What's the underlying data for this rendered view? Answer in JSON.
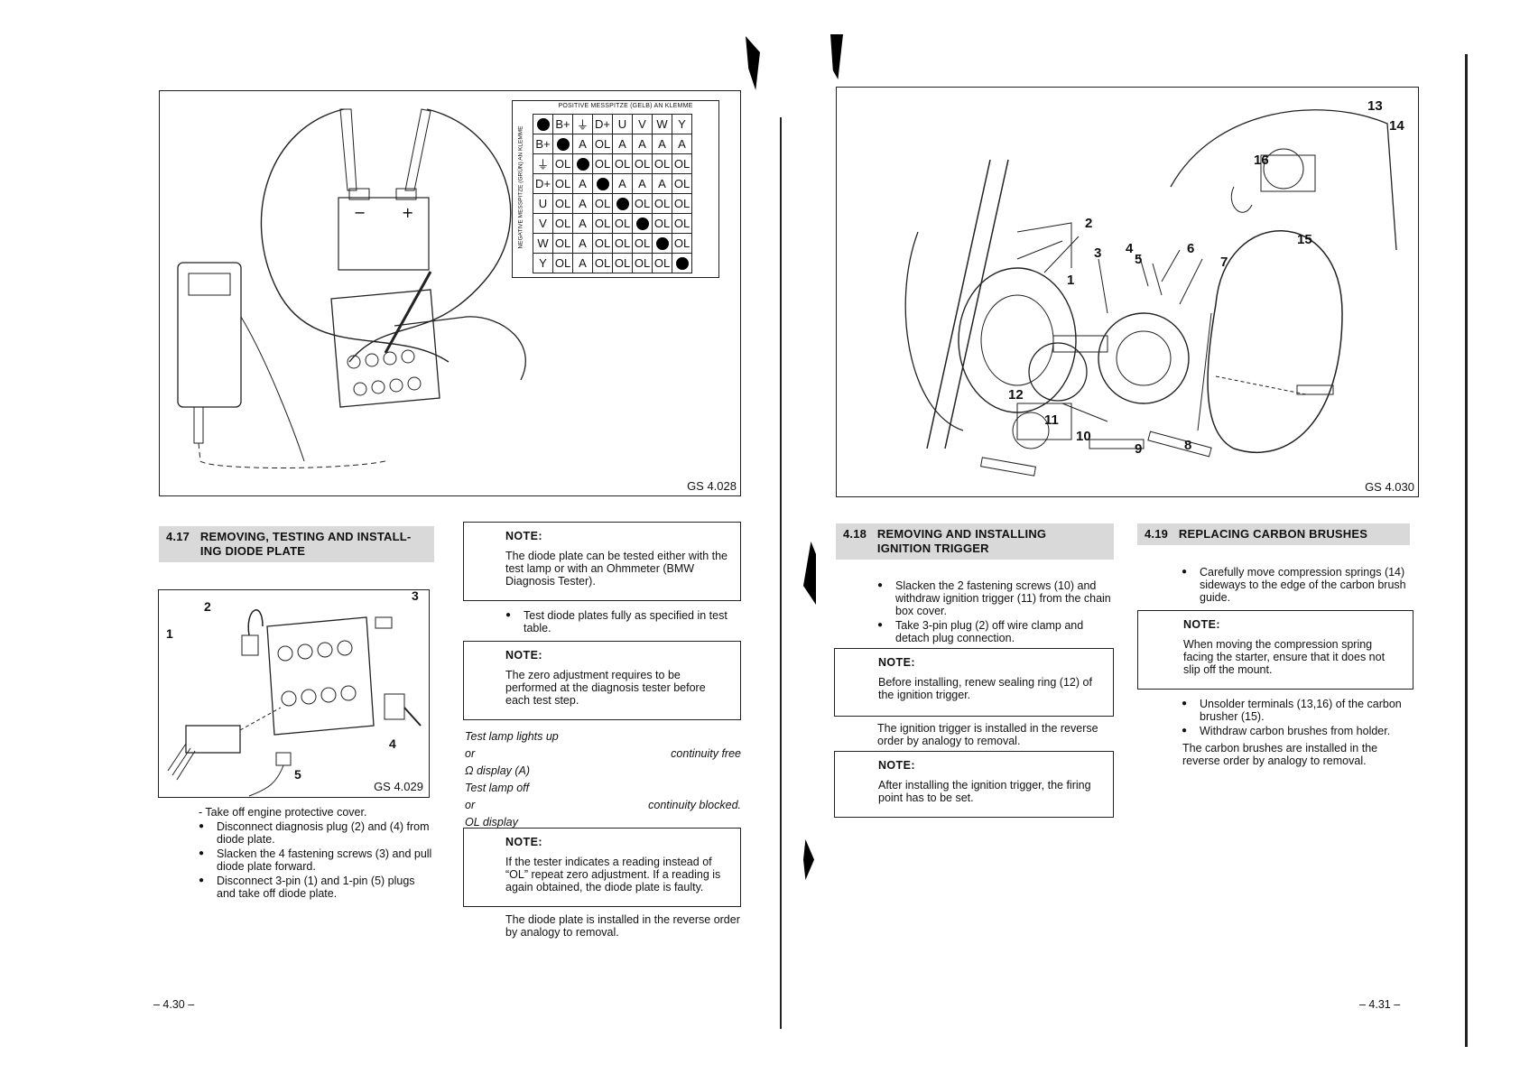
{
  "left_page": {
    "figure_top": {
      "ref": "GS 4.028",
      "table": {
        "col_header": "POSITIVE MESSPITZE (GELB) AN KLEMME",
        "row_header": "NEGATIVE MESSPITZE (GRÜN) AN KLEMME",
        "header_row": [
          "●",
          "B+",
          "⏚",
          "D+",
          "U",
          "V",
          "W",
          "Y"
        ],
        "rows": [
          [
            "B+",
            "●",
            "A",
            "OL",
            "A",
            "A",
            "A",
            "A"
          ],
          [
            "⏚",
            "OL",
            "●",
            "OL",
            "OL",
            "OL",
            "OL",
            "OL"
          ],
          [
            "D+",
            "OL",
            "A",
            "●",
            "A",
            "A",
            "A",
            "OL"
          ],
          [
            "U",
            "OL",
            "A",
            "OL",
            "●",
            "OL",
            "OL",
            "OL"
          ],
          [
            "V",
            "OL",
            "A",
            "OL",
            "OL",
            "●",
            "OL",
            "OL"
          ],
          [
            "W",
            "OL",
            "A",
            "OL",
            "OL",
            "OL",
            "●",
            "OL"
          ],
          [
            "Y",
            "OL",
            "A",
            "OL",
            "OL",
            "OL",
            "OL",
            "●"
          ]
        ]
      }
    },
    "section_417": {
      "number": "4.17",
      "title": "REMOVING, TESTING AND INSTALL-ING DIODE PLATE"
    },
    "figure_small": {
      "ref": "GS 4.029",
      "labels": [
        "1",
        "2",
        "3",
        "4",
        "5"
      ]
    },
    "steps": {
      "intro": "- Take off engine protective cover.",
      "bullets": [
        "Disconnect diagnosis plug (2) and (4) from diode plate.",
        "Slacken the 4 fastening screws (3) and pull diode plate forward.",
        "Disconnect 3-pin (1) and 1-pin (5) plugs and take off diode plate."
      ]
    },
    "note1": {
      "title": "NOTE:",
      "text": "The diode plate can be tested either with the test lamp or with an Ohmmeter (BMW Diagnosis Tester)."
    },
    "bullet_test": "Test diode plates fully as specified in test table.",
    "note2": {
      "title": "NOTE:",
      "text": "The zero adjustment requires to be performed at the diagnosis tester before each test step."
    },
    "results": {
      "l1": "Test lamp lights up",
      "l2a": "or",
      "l2b": "continuity free",
      "l3": "Ω display (A)",
      "l4": "Test lamp off",
      "l5a": "or",
      "l5b": "continuity blocked.",
      "l6": "OL display"
    },
    "note3": {
      "title": "NOTE:",
      "text": "If the tester indicates a reading instead of “OL” repeat zero adjustment. If a reading is again obtained, the diode plate is faulty."
    },
    "closing": "The diode plate is installed in the reverse order by analogy to removal.",
    "page_number": "– 4.30 –"
  },
  "right_page": {
    "figure": {
      "ref": "GS 4.030",
      "labels": [
        "1",
        "2",
        "3",
        "4",
        "5",
        "6",
        "7",
        "8",
        "9",
        "10",
        "11",
        "12",
        "13",
        "14",
        "15",
        "16"
      ]
    },
    "section_418": {
      "number": "4.18",
      "title": "REMOVING AND INSTALLING IGNITION TRIGGER",
      "bullets": [
        "Slacken the 2 fastening screws (10) and withdraw ignition trigger (11) from the chain box cover.",
        "Take 3-pin plug (2) off wire clamp and detach plug connection."
      ],
      "note1": {
        "title": "NOTE:",
        "text": "Before installing, renew sealing ring (12) of the ignition trigger."
      },
      "text": "The ignition trigger is installed in the reverse order by analogy to removal.",
      "note2": {
        "title": "NOTE:",
        "text": "After installing the ignition trigger, the firing point has to be set."
      }
    },
    "section_419": {
      "number": "4.19",
      "title": "REPLACING CARBON BRUSHES",
      "bullet1": "Carefully move compression springs (14) sideways to the edge of the carbon brush guide.",
      "note": {
        "title": "NOTE:",
        "text": "When moving the compression spring facing the starter, ensure that it does not slip off the mount."
      },
      "bullets2": [
        "Unsolder terminals (13,16) of the carbon brusher (15).",
        "Withdraw carbon brushes from holder."
      ],
      "text": "The carbon brushes are installed in the reverse order by analogy to removal."
    },
    "page_number": "– 4.31 –"
  }
}
